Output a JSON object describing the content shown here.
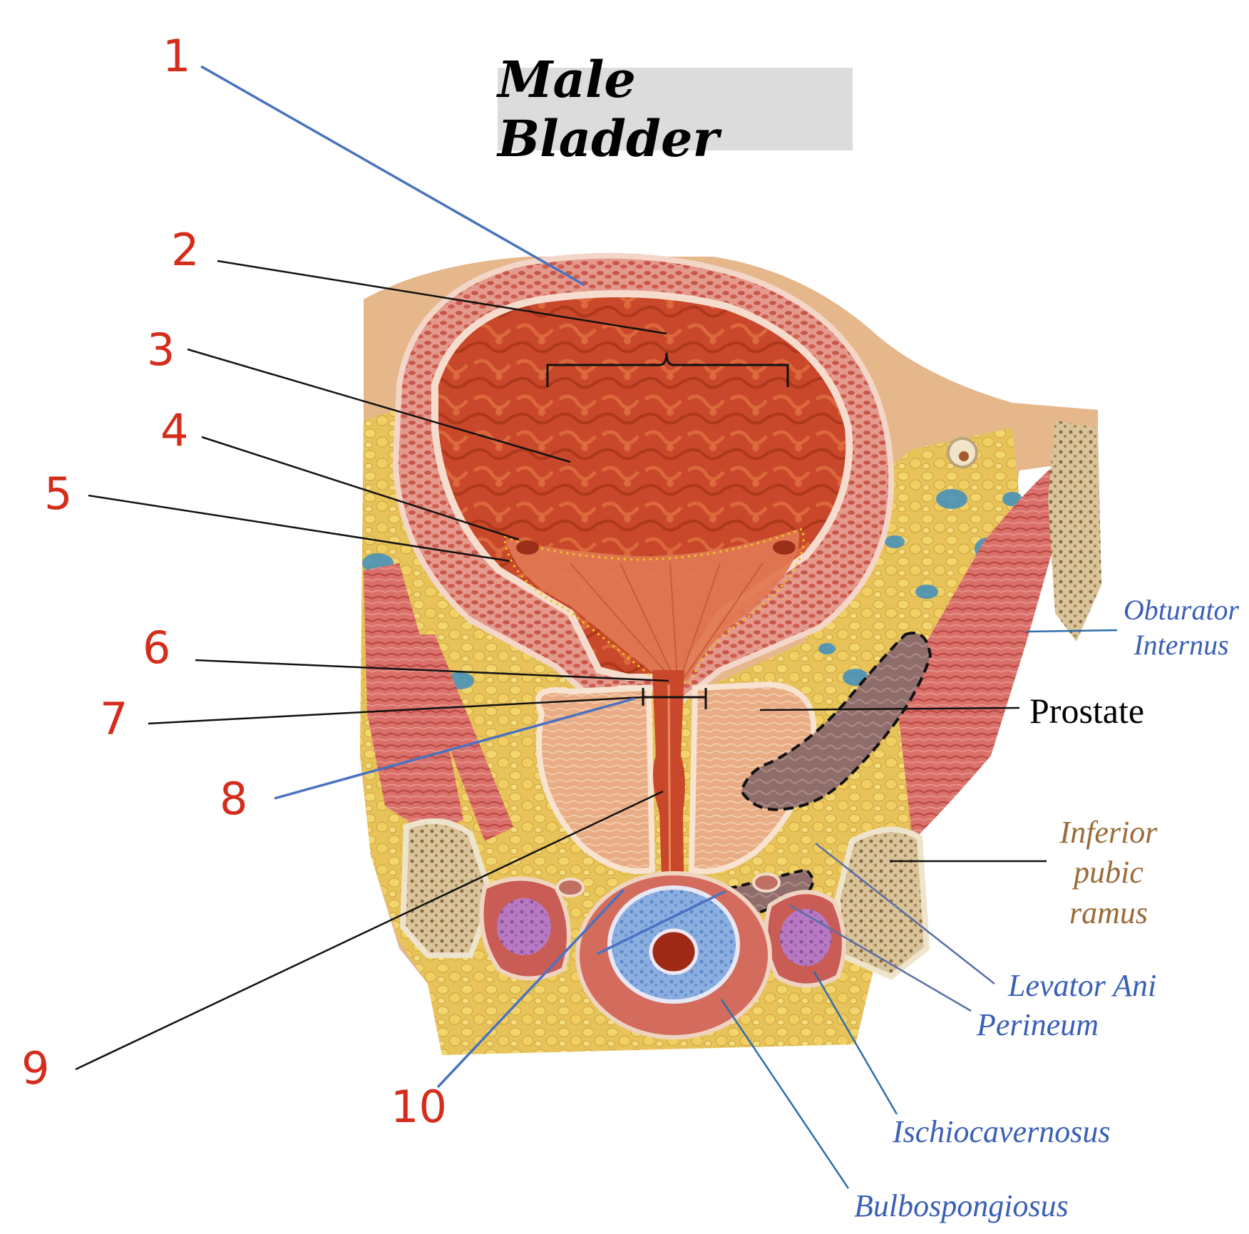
{
  "title": "Male Bladder",
  "numbers": [
    "1",
    "2",
    "3",
    "4",
    "5",
    "6",
    "7",
    "8",
    "9",
    "10"
  ],
  "labels": {
    "obturator": [
      "Obturator",
      "Internus"
    ],
    "prostate": "Prostate",
    "inferior_pubic": [
      "Inferior",
      "pubic",
      "ramus"
    ],
    "levator_ani": "Levator Ani",
    "perineum": "Perineum",
    "ischiocavernosus": "Ischiocavernosus",
    "bulbospongiosus": "Bulbospongiosus"
  },
  "colors": {
    "number_red": "#d42d1c",
    "line_blue": "#4a72c0",
    "label_blue": "#3a5fb5",
    "label_brown": "#9a6b38",
    "title_bg": "#dcdcdc"
  }
}
